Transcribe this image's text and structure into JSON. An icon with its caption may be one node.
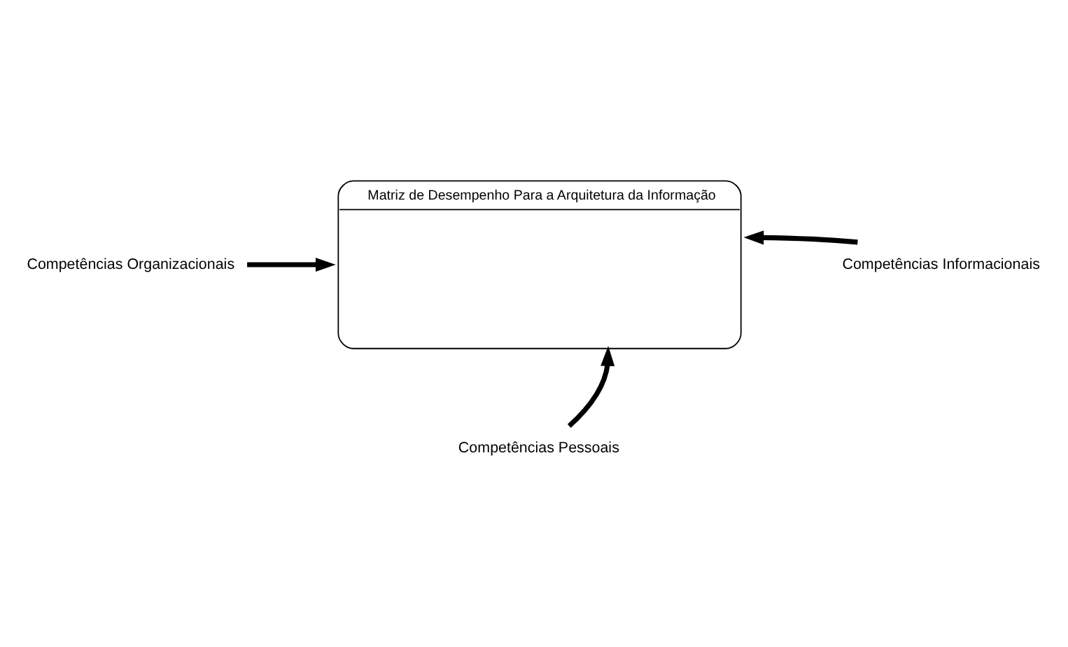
{
  "diagram": {
    "nodes": [
      {
        "text": [
          "Matriz de Desempenho Para a Arquitetura da Informação"
        ]
      },
      {
        "text": [
          "Competências Organizacionais"
        ]
      },
      {
        "text": [
          "Competências Informacionais"
        ]
      },
      {
        "text": [
          "Competências Pessoais"
        ]
      }
    ],
    "edges": [
      {
        "from": 1,
        "to": 0,
        "arrow": "to"
      },
      {
        "from": 2,
        "to": 0,
        "arrow": "to"
      },
      {
        "from": 3,
        "to": 0,
        "arrow": "to"
      }
    ]
  }
}
